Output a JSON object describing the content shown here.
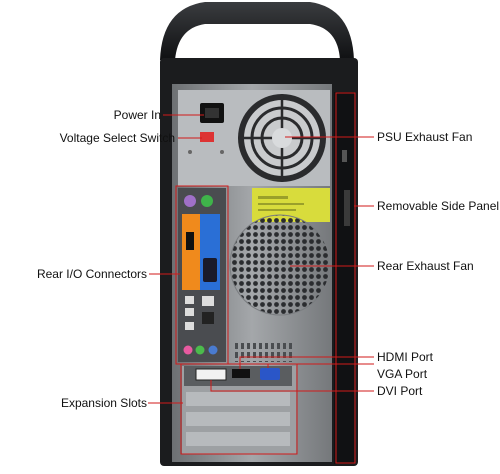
{
  "labels": {
    "power_in": "Power In",
    "voltage_select_switch": "Voltage Select Switch",
    "rear_io_connectors": "Rear I/O Connectors",
    "expansion_slots": "Expansion Slots",
    "psu_exhaust_fan": "PSU Exhaust Fan",
    "removable_side_panel": "Removable Side Panel",
    "rear_exhaust_fan": "Rear Exhaust Fan",
    "hdmi_port": "HDMI Port",
    "vga_port": "VGA Port",
    "dvi_port": "DVI Port"
  },
  "colors": {
    "callout_line": "#d11a1a",
    "case_body": "#8a8d90",
    "case_frame": "#1b1c1e",
    "psu_sticker": "#d8dc3c",
    "io_orange": "#f08a1c",
    "io_blue": "#2a6fd6",
    "ps2_purple": "#a070c8",
    "ps2_green": "#3fb34a",
    "audio_pink": "#e85aa0",
    "audio_green": "#4cbb4c",
    "audio_blue": "#4a7bd0"
  }
}
